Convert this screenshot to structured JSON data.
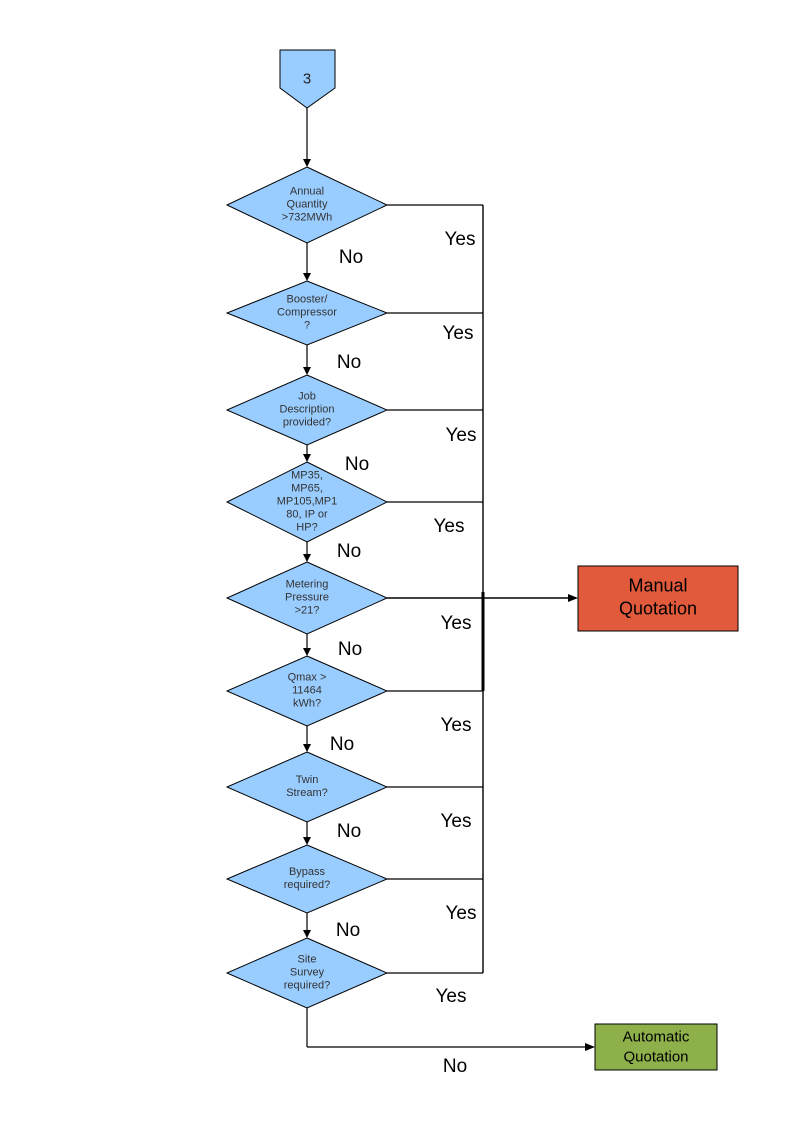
{
  "diagram": {
    "connector": {
      "label": "3"
    },
    "decisions": [
      {
        "label": "Annual\nQuantity\n>732MWh",
        "yes_label": "Yes",
        "no_label": "No"
      },
      {
        "label": "Booster/\nCompressor\n?",
        "yes_label": "Yes",
        "no_label": "No"
      },
      {
        "label": "Job\nDescription\nprovided?",
        "yes_label": "Yes",
        "no_label": "No"
      },
      {
        "label": "MP35,\nMP65,\nMP105,MP1\n80, IP or\nHP?",
        "yes_label": "Yes",
        "no_label": "No"
      },
      {
        "label": "Metering\nPressure\n>21?",
        "yes_label": "Yes",
        "no_label": "No"
      },
      {
        "label": "Qmax >\n11464\nkWh?",
        "yes_label": "Yes",
        "no_label": "No"
      },
      {
        "label": "Twin\nStream?",
        "yes_label": "Yes",
        "no_label": "No"
      },
      {
        "label": "Bypass\nrequired?",
        "yes_label": "Yes",
        "no_label": "No"
      },
      {
        "label": "Site\nSurvey\nrequired?",
        "yes_label": "Yes",
        "no_label": "No"
      }
    ],
    "outcomes": {
      "manual": {
        "label": "Manual\nQuotation",
        "color": "#e05a3b"
      },
      "automatic": {
        "label": "Automatic\nQuotation",
        "color": "#8db04b"
      }
    },
    "colors": {
      "node_fill": "#99ccff",
      "line": "#000000"
    }
  }
}
